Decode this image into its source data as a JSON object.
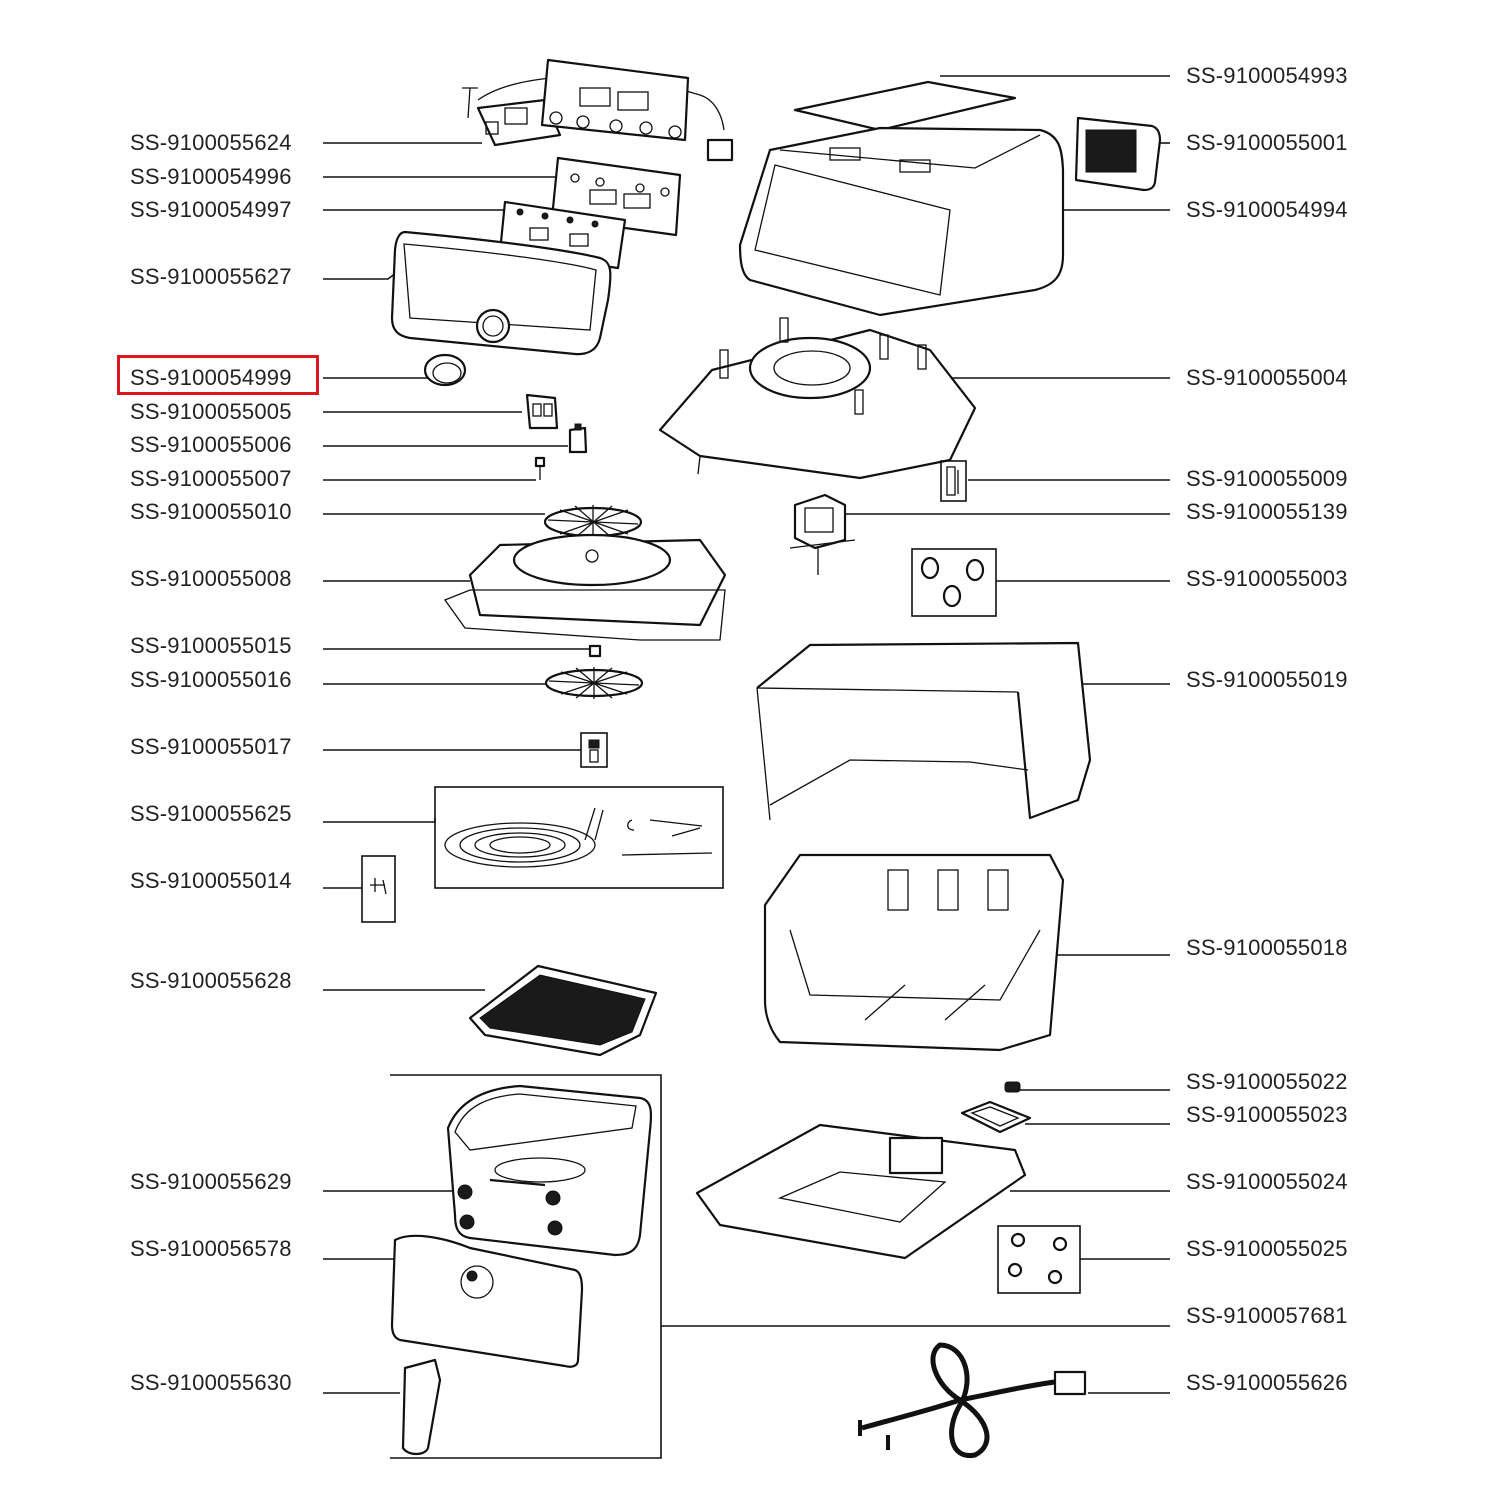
{
  "diagram": {
    "highlight_color": "#e0161e",
    "left_labels": [
      "SS-9100055624",
      "SS-9100054996",
      "SS-9100054997",
      "SS-9100055627",
      "SS-9100054999",
      "SS-9100055005",
      "SS-9100055006",
      "SS-9100055007",
      "SS-9100055010",
      "SS-9100055008",
      "SS-9100055015",
      "SS-9100055016",
      "SS-9100055017",
      "SS-9100055625",
      "SS-9100055014",
      "SS-9100055628",
      "SS-9100055629",
      "SS-9100056578",
      "SS-9100055630"
    ],
    "right_labels": [
      "SS-9100054993",
      "SS-9100055001",
      "SS-9100054994",
      "SS-9100055004",
      "SS-9100055009",
      "SS-9100055139",
      "SS-9100055003",
      "SS-9100055019",
      "SS-9100055018",
      "SS-9100055022",
      "SS-9100055023",
      "SS-9100055024",
      "SS-9100055025",
      "SS-9100057681",
      "SS-9100055626"
    ],
    "highlighted_label": "SS-9100054999"
  }
}
